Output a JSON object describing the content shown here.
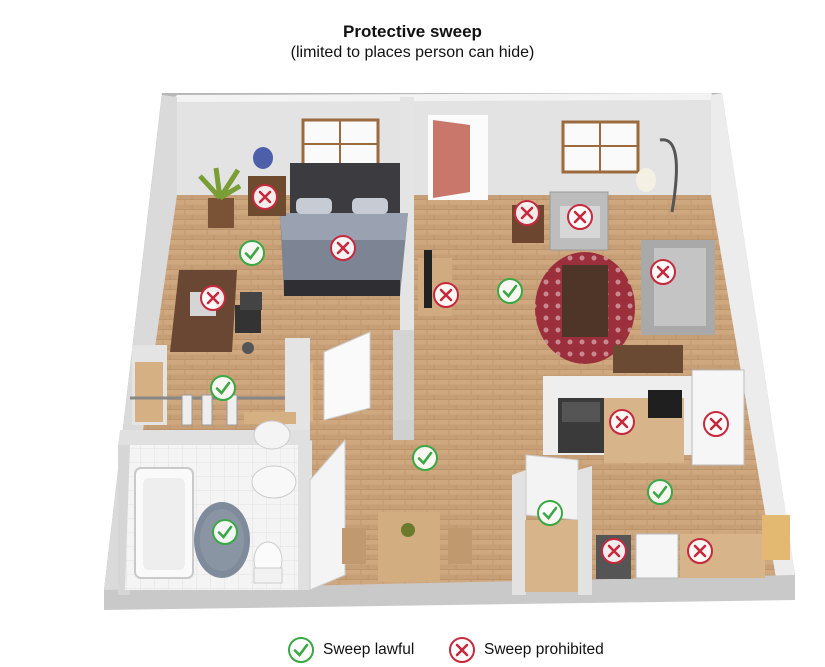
{
  "header": {
    "title": "Protective sweep",
    "subtitle": "(limited to places person can hide)"
  },
  "legend": {
    "lawful_label": "Sweep lawful",
    "prohibited_label": "Sweep prohibited"
  },
  "colors": {
    "lawful": "#3aa845",
    "prohibited": "#c8283c",
    "floor": "#c9a27a",
    "wall": "#d9d9d9",
    "wall_top": "#f0f0f0"
  },
  "icons": {
    "lawful": "check-circle-icon",
    "prohibited": "x-circle-icon"
  },
  "markers": [
    {
      "name": "nightstand",
      "status": "prohibited"
    },
    {
      "name": "bedroom-floor",
      "status": "lawful"
    },
    {
      "name": "bed",
      "status": "prohibited"
    },
    {
      "name": "desk",
      "status": "prohibited"
    },
    {
      "name": "closet",
      "status": "lawful"
    },
    {
      "name": "bathroom-floor",
      "status": "lawful"
    },
    {
      "name": "tv-stand",
      "status": "prohibited"
    },
    {
      "name": "side-table",
      "status": "prohibited"
    },
    {
      "name": "armchair",
      "status": "prohibited"
    },
    {
      "name": "living-room-floor",
      "status": "lawful"
    },
    {
      "name": "sofa",
      "status": "prohibited"
    },
    {
      "name": "hallway-floor",
      "status": "lawful"
    },
    {
      "name": "kitchen-cabinet",
      "status": "prohibited"
    },
    {
      "name": "refrigerator",
      "status": "prohibited"
    },
    {
      "name": "kitchen-floor",
      "status": "lawful"
    },
    {
      "name": "pantry",
      "status": "lawful"
    },
    {
      "name": "trash-bin",
      "status": "prohibited"
    },
    {
      "name": "laundry-cabinet",
      "status": "prohibited"
    }
  ]
}
